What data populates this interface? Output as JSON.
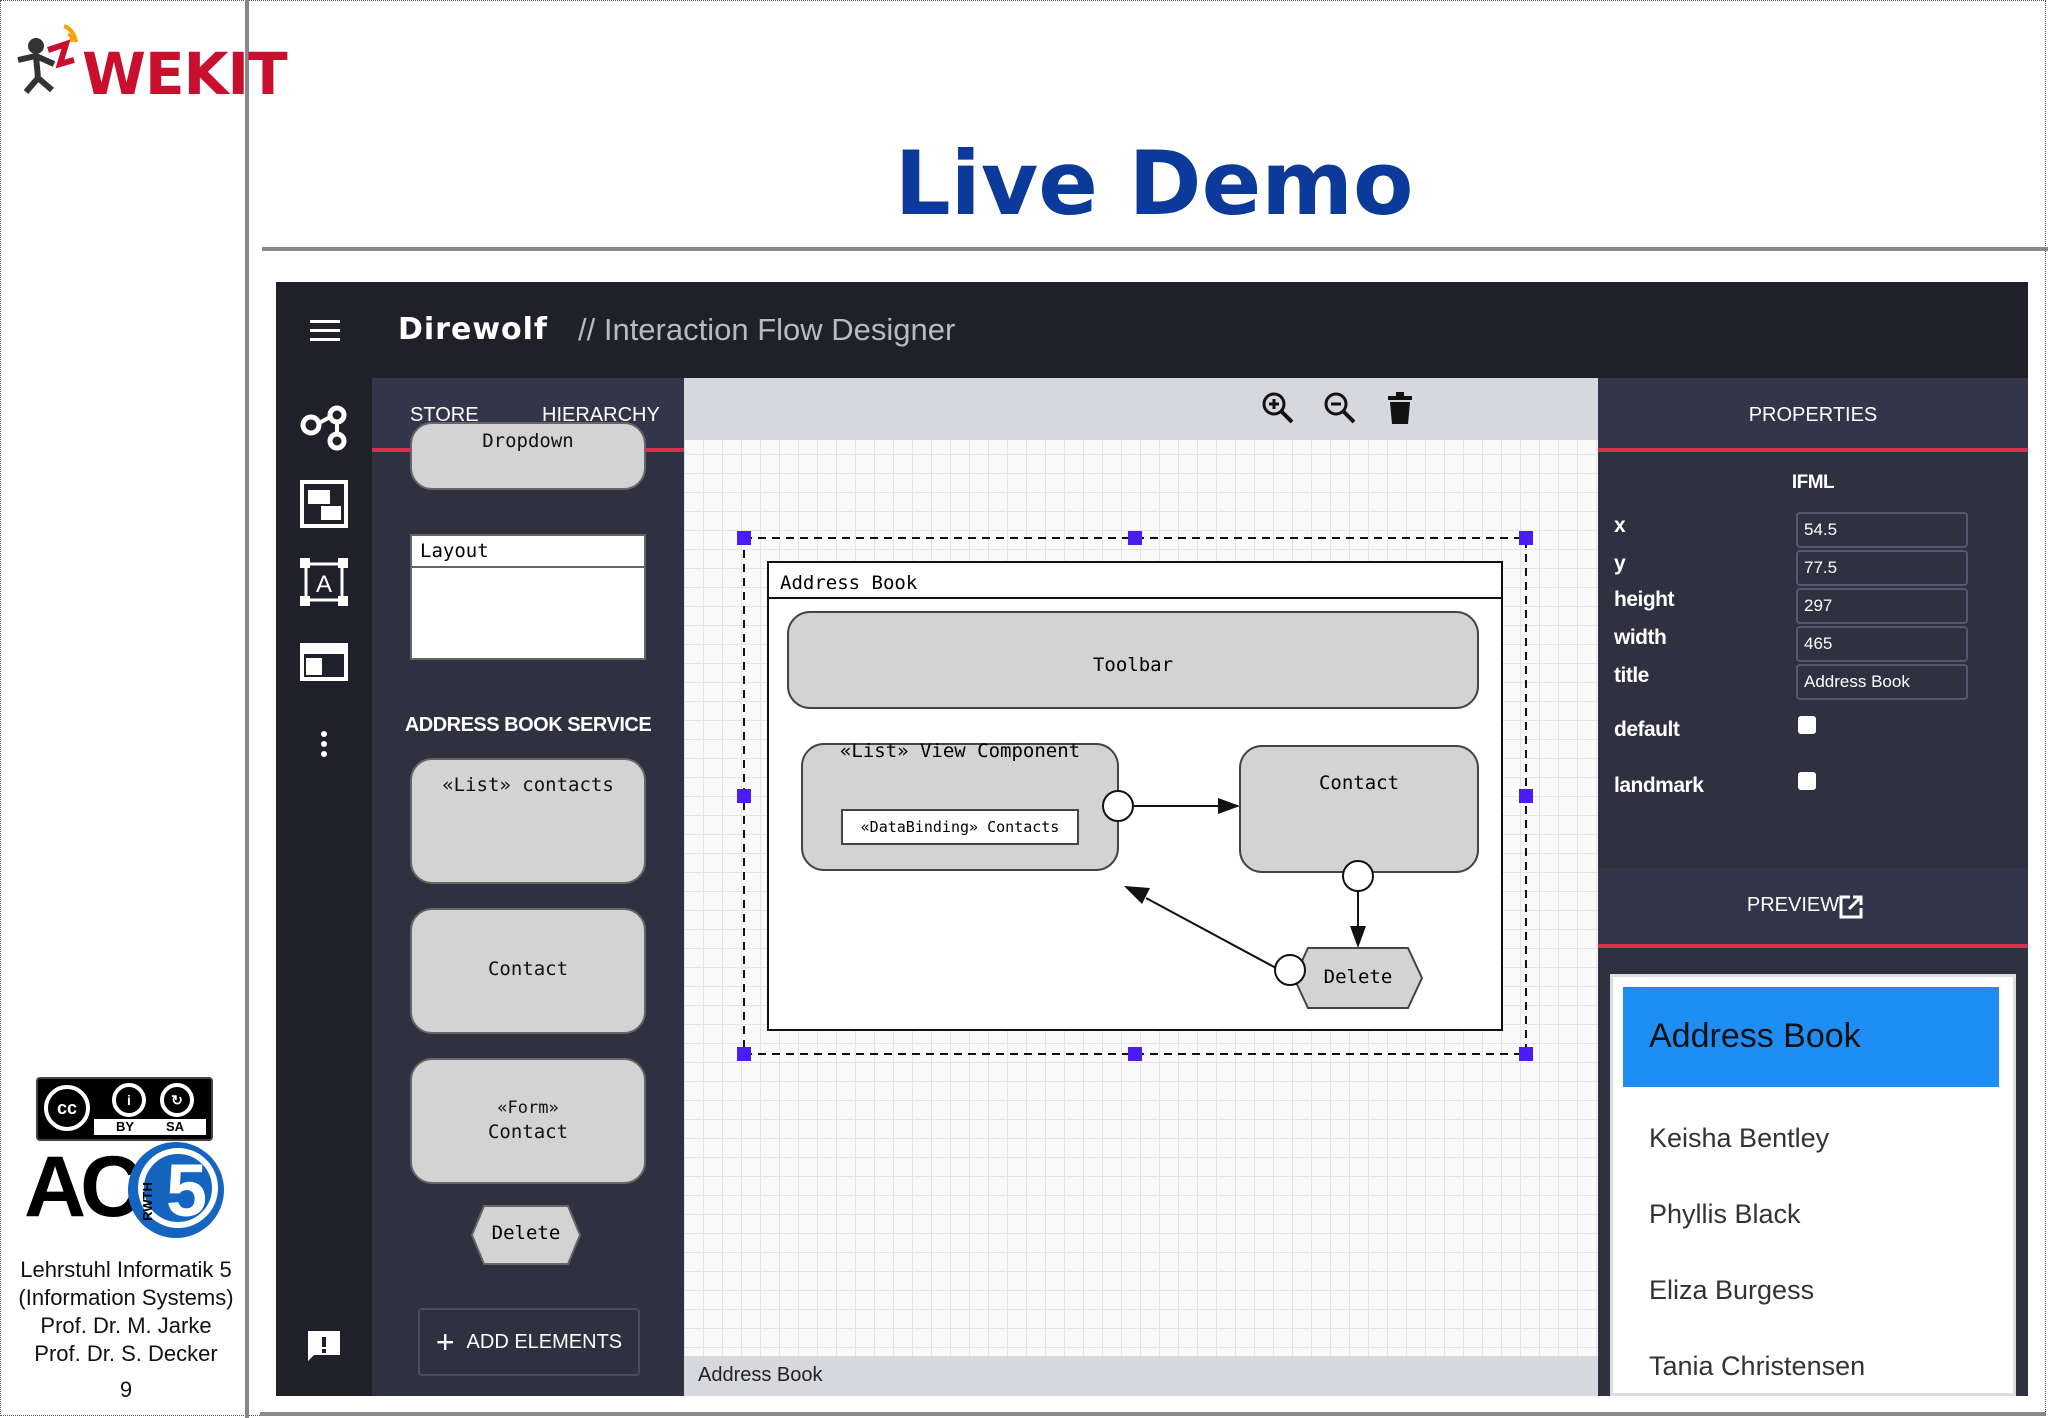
{
  "slide": {
    "title": "Live Demo",
    "logo": "WEKIT",
    "license_badge": {
      "by": "BY",
      "sa": "SA"
    },
    "institution_logo": "AC5",
    "institution_logo_vertical": "RWTH",
    "footer_lines": [
      "Lehrstuhl Informatik 5",
      "(Information Systems)",
      "Prof. Dr. M. Jarke",
      "Prof. Dr. S. Decker"
    ],
    "page_number": "9"
  },
  "app": {
    "brand": "Direwolf",
    "subtitle": "// Interaction Flow Designer",
    "rail_icons": [
      "menu-icon",
      "shapes-icon",
      "layout-icon",
      "text-frame-icon",
      "window-icon",
      "more-vert-icon",
      "feedback-icon"
    ]
  },
  "store": {
    "tabs": [
      "STORE",
      "HIERARCHY"
    ],
    "partial_card": "Dropdown",
    "layout_card": "Layout",
    "section_label": "ADDRESS BOOK SERVICE",
    "cards": [
      "«List» contacts",
      "Contact",
      "«Form»\nContact",
      "Delete"
    ],
    "form_card_line1": "«Form»",
    "form_card_line2": "Contact",
    "add_button": "ADD ELEMENTS"
  },
  "canvas": {
    "container_title": "Address Book",
    "toolbar_node": "Toolbar",
    "list_node": "«List» View Component",
    "binding": "«DataBinding» Contacts",
    "contact_node": "Contact",
    "delete_node": "Delete",
    "status": "Address Book",
    "tool_icons": [
      "zoom-in-icon",
      "zoom-out-icon",
      "delete-icon"
    ]
  },
  "properties": {
    "header": "PROPERTIES",
    "section": "IFML",
    "fields": [
      {
        "label": "x",
        "value": "54.5"
      },
      {
        "label": "y",
        "value": "77.5"
      },
      {
        "label": "height",
        "value": "297"
      },
      {
        "label": "width",
        "value": "465"
      },
      {
        "label": "title",
        "value": "Address Book"
      }
    ],
    "checkboxes": [
      {
        "label": "default",
        "checked": false
      },
      {
        "label": "landmark",
        "checked": false
      }
    ],
    "preview_label": "PREVIEW",
    "preview": {
      "title": "Address Book",
      "items": [
        "Keisha Bentley",
        "Phyllis Black",
        "Eliza Burgess",
        "Tania Christensen"
      ]
    }
  },
  "colors": {
    "accent": "#d6304d",
    "title_blue": "#0b3a9b",
    "preview_bar": "#1e8ef5",
    "selection_handle": "#4b1cf5"
  }
}
